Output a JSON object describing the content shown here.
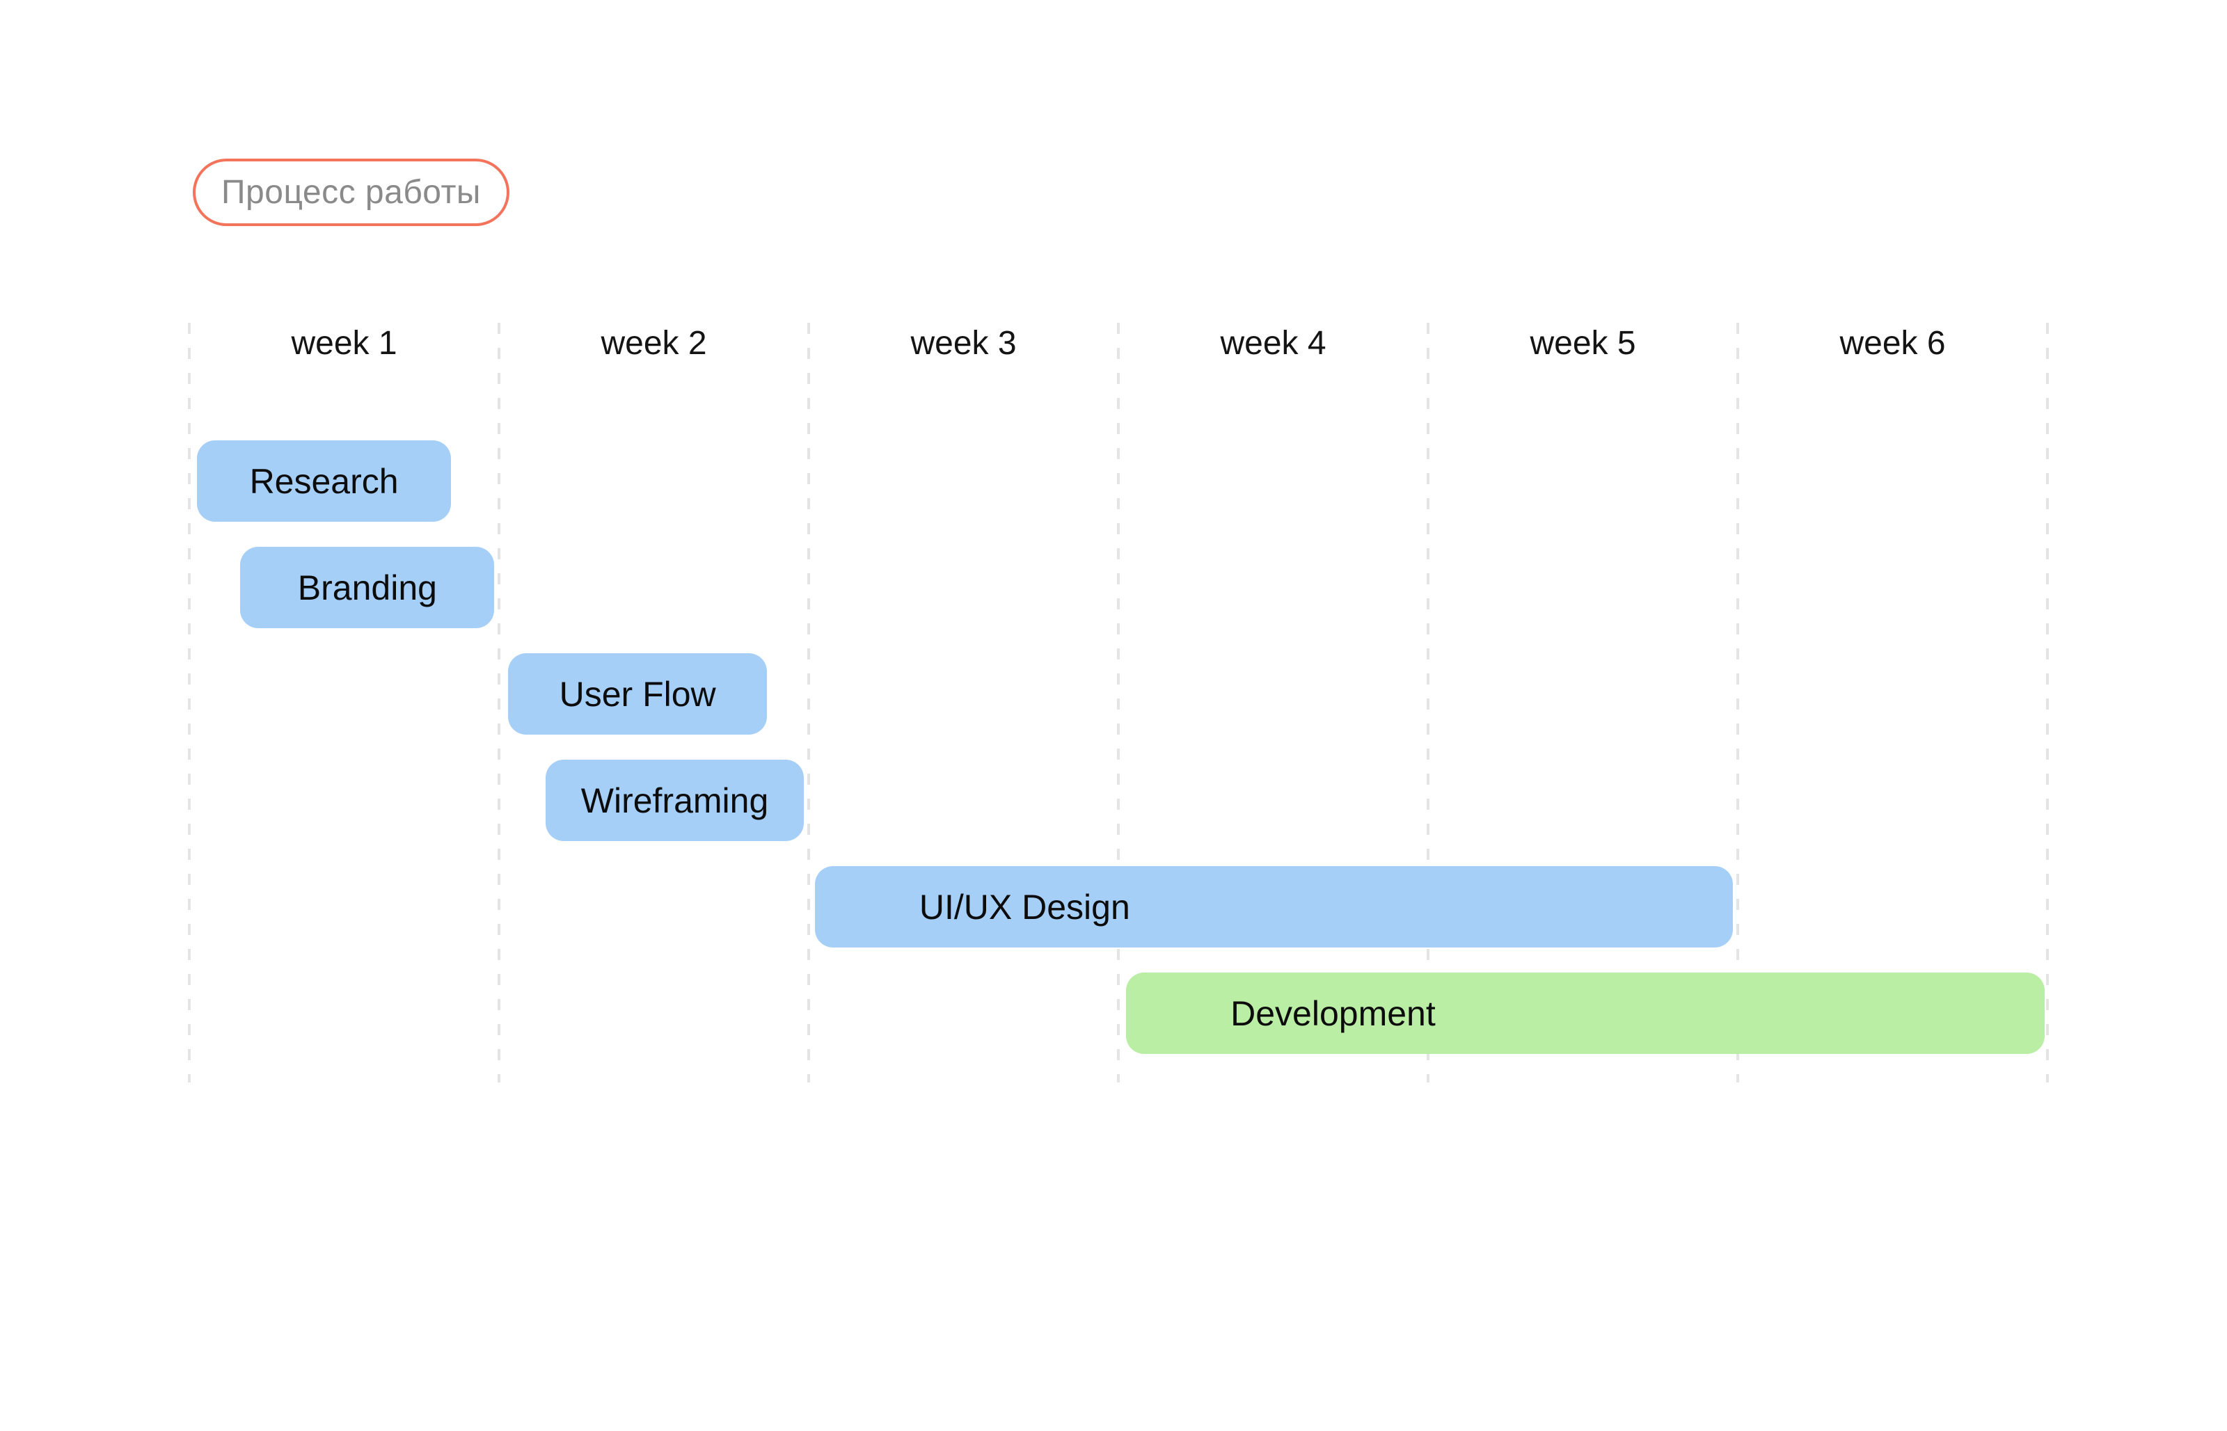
{
  "page": {
    "background_color": "#ffffff"
  },
  "badge": {
    "label": "Процесс работы",
    "border_color": "#f3735b",
    "text_color": "#8a8a8a"
  },
  "chart_data": {
    "type": "gantt",
    "title": "Процесс работы",
    "x_axis": {
      "unit": "week",
      "categories": [
        "week 1",
        "week 2",
        "week 3",
        "week 4",
        "week 5",
        "week 6"
      ],
      "range_weeks": [
        0,
        6
      ]
    },
    "grid": {
      "vertical_dashed_line_count": 7,
      "line_color": "#e4e4e4",
      "line_style": "dashed"
    },
    "palette": {
      "blue": "#a6cff8",
      "green": "#b9eea4"
    },
    "label_color": "#0c0c0c",
    "tasks": [
      {
        "label": "Research",
        "row": 0,
        "start_week": 0.025,
        "duration_weeks": 0.82,
        "color": "blue"
      },
      {
        "label": "Branding",
        "row": 1,
        "start_week": 0.165,
        "duration_weeks": 0.82,
        "color": "blue"
      },
      {
        "label": "User Flow",
        "row": 2,
        "start_week": 1.03,
        "duration_weeks": 0.835,
        "color": "blue"
      },
      {
        "label": "Wireframing",
        "row": 3,
        "start_week": 1.15,
        "duration_weeks": 0.835,
        "color": "blue"
      },
      {
        "label": "UI/UX Design",
        "row": 4,
        "start_week": 2.02,
        "duration_weeks": 2.965,
        "color": "blue",
        "label_align": "left"
      },
      {
        "label": "Development",
        "row": 5,
        "start_week": 3.025,
        "duration_weeks": 2.965,
        "color": "green",
        "label_align": "left"
      }
    ]
  }
}
